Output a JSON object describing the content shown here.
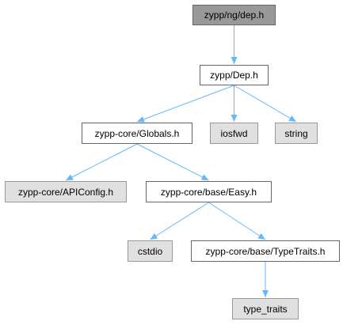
{
  "graph": {
    "colors": {
      "root_fill": "#999999",
      "local_fill": "#ffffff",
      "external_fill": "#e0e0e0",
      "edge": "#63b8ff"
    },
    "nodes": {
      "root": "zypp/ng/dep.h",
      "dep": "zypp/Dep.h",
      "globals": "zypp-core/Globals.h",
      "iosfwd": "iosfwd",
      "string": "string",
      "apiconfig": "zypp-core/APIConfig.h",
      "easy": "zypp-core/base/Easy.h",
      "cstdio": "cstdio",
      "typetraits": "zypp-core/base/TypeTraits.h",
      "type_traits": "type_traits"
    },
    "edges": [
      [
        "root",
        "dep"
      ],
      [
        "dep",
        "globals"
      ],
      [
        "dep",
        "iosfwd"
      ],
      [
        "dep",
        "string"
      ],
      [
        "globals",
        "apiconfig"
      ],
      [
        "globals",
        "easy"
      ],
      [
        "easy",
        "cstdio"
      ],
      [
        "easy",
        "typetraits"
      ],
      [
        "typetraits",
        "type_traits"
      ]
    ]
  }
}
